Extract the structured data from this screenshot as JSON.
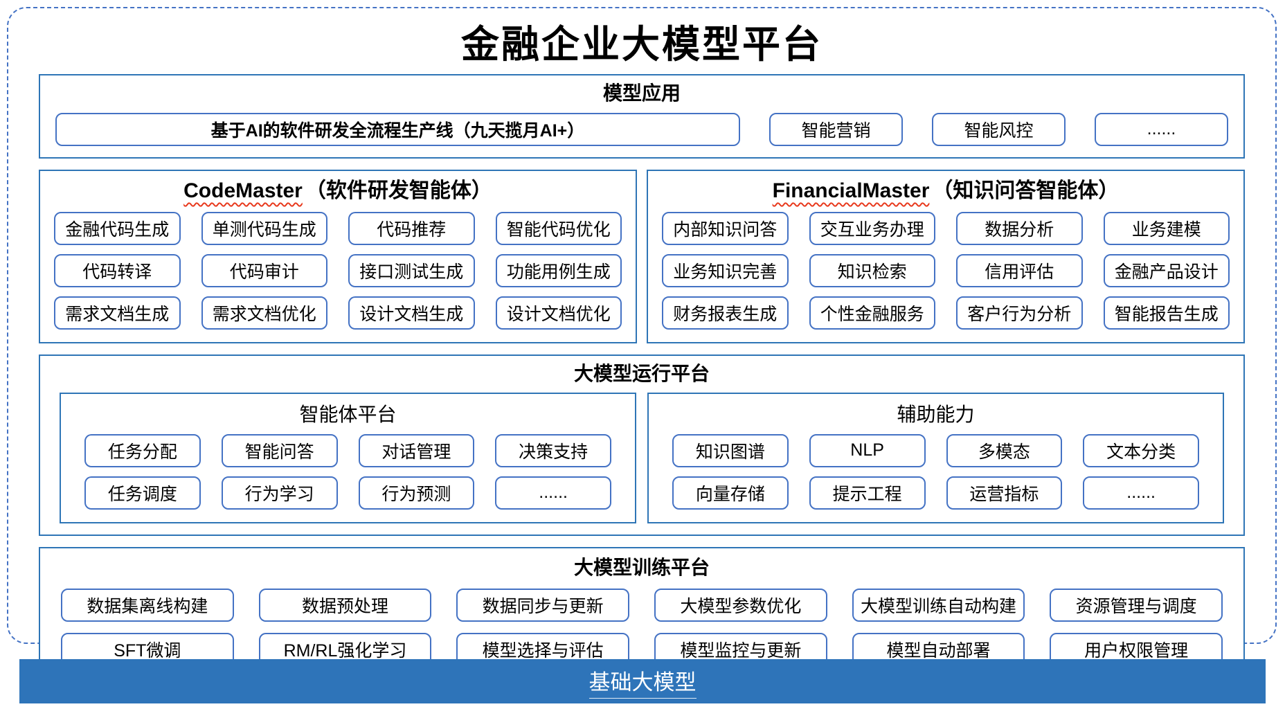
{
  "title": "金融企业大模型平台",
  "colors": {
    "item_border": "#4472C4",
    "section_border": "#2E75B6",
    "foundation_bar_bg": "#2E74B9",
    "spellcheck_squiggle": "#E8391D"
  },
  "model_app": {
    "header": "模型应用",
    "pipeline": "基于AI的软件研发全流程生产线（九天揽月AI+）",
    "items": [
      "智能营销",
      "智能风控",
      "......"
    ]
  },
  "code_master": {
    "name": "CodeMaster",
    "subtitle": "（软件研发智能体）",
    "items": [
      "金融代码生成",
      "单测代码生成",
      "代码推荐",
      "智能代码优化",
      "代码转译",
      "代码审计",
      "接口测试生成",
      "功能用例生成",
      "需求文档生成",
      "需求文档优化",
      "设计文档生成",
      "设计文档优化"
    ]
  },
  "financial_master": {
    "name": "FinancialMaster",
    "subtitle": "（知识问答智能体）",
    "items": [
      "内部知识问答",
      "交互业务办理",
      "数据分析",
      "业务建模",
      "业务知识完善",
      "知识检索",
      "信用评估",
      "金融产品设计",
      "财务报表生成",
      "个性金融服务",
      "客户行为分析",
      "智能报告生成"
    ]
  },
  "runtime": {
    "header": "大模型运行平台",
    "agent_platform": {
      "title": "智能体平台",
      "items": [
        "任务分配",
        "智能问答",
        "对话管理",
        "决策支持",
        "任务调度",
        "行为学习",
        "行为预测",
        "......"
      ]
    },
    "aux_capability": {
      "title": "辅助能力",
      "items": [
        "知识图谱",
        "NLP",
        "多模态",
        "文本分类",
        "向量存储",
        "提示工程",
        "运营指标",
        "......"
      ]
    }
  },
  "training": {
    "header": "大模型训练平台",
    "items": [
      "数据集离线构建",
      "数据预处理",
      "数据同步与更新",
      "大模型参数优化",
      "大模型训练自动构建",
      "资源管理与调度",
      "SFT微调",
      "RM/RL强化学习",
      "模型选择与评估",
      "模型监控与更新",
      "模型自动部署",
      "用户权限管理"
    ]
  },
  "foundation_bar": {
    "label": "基础大模型"
  }
}
